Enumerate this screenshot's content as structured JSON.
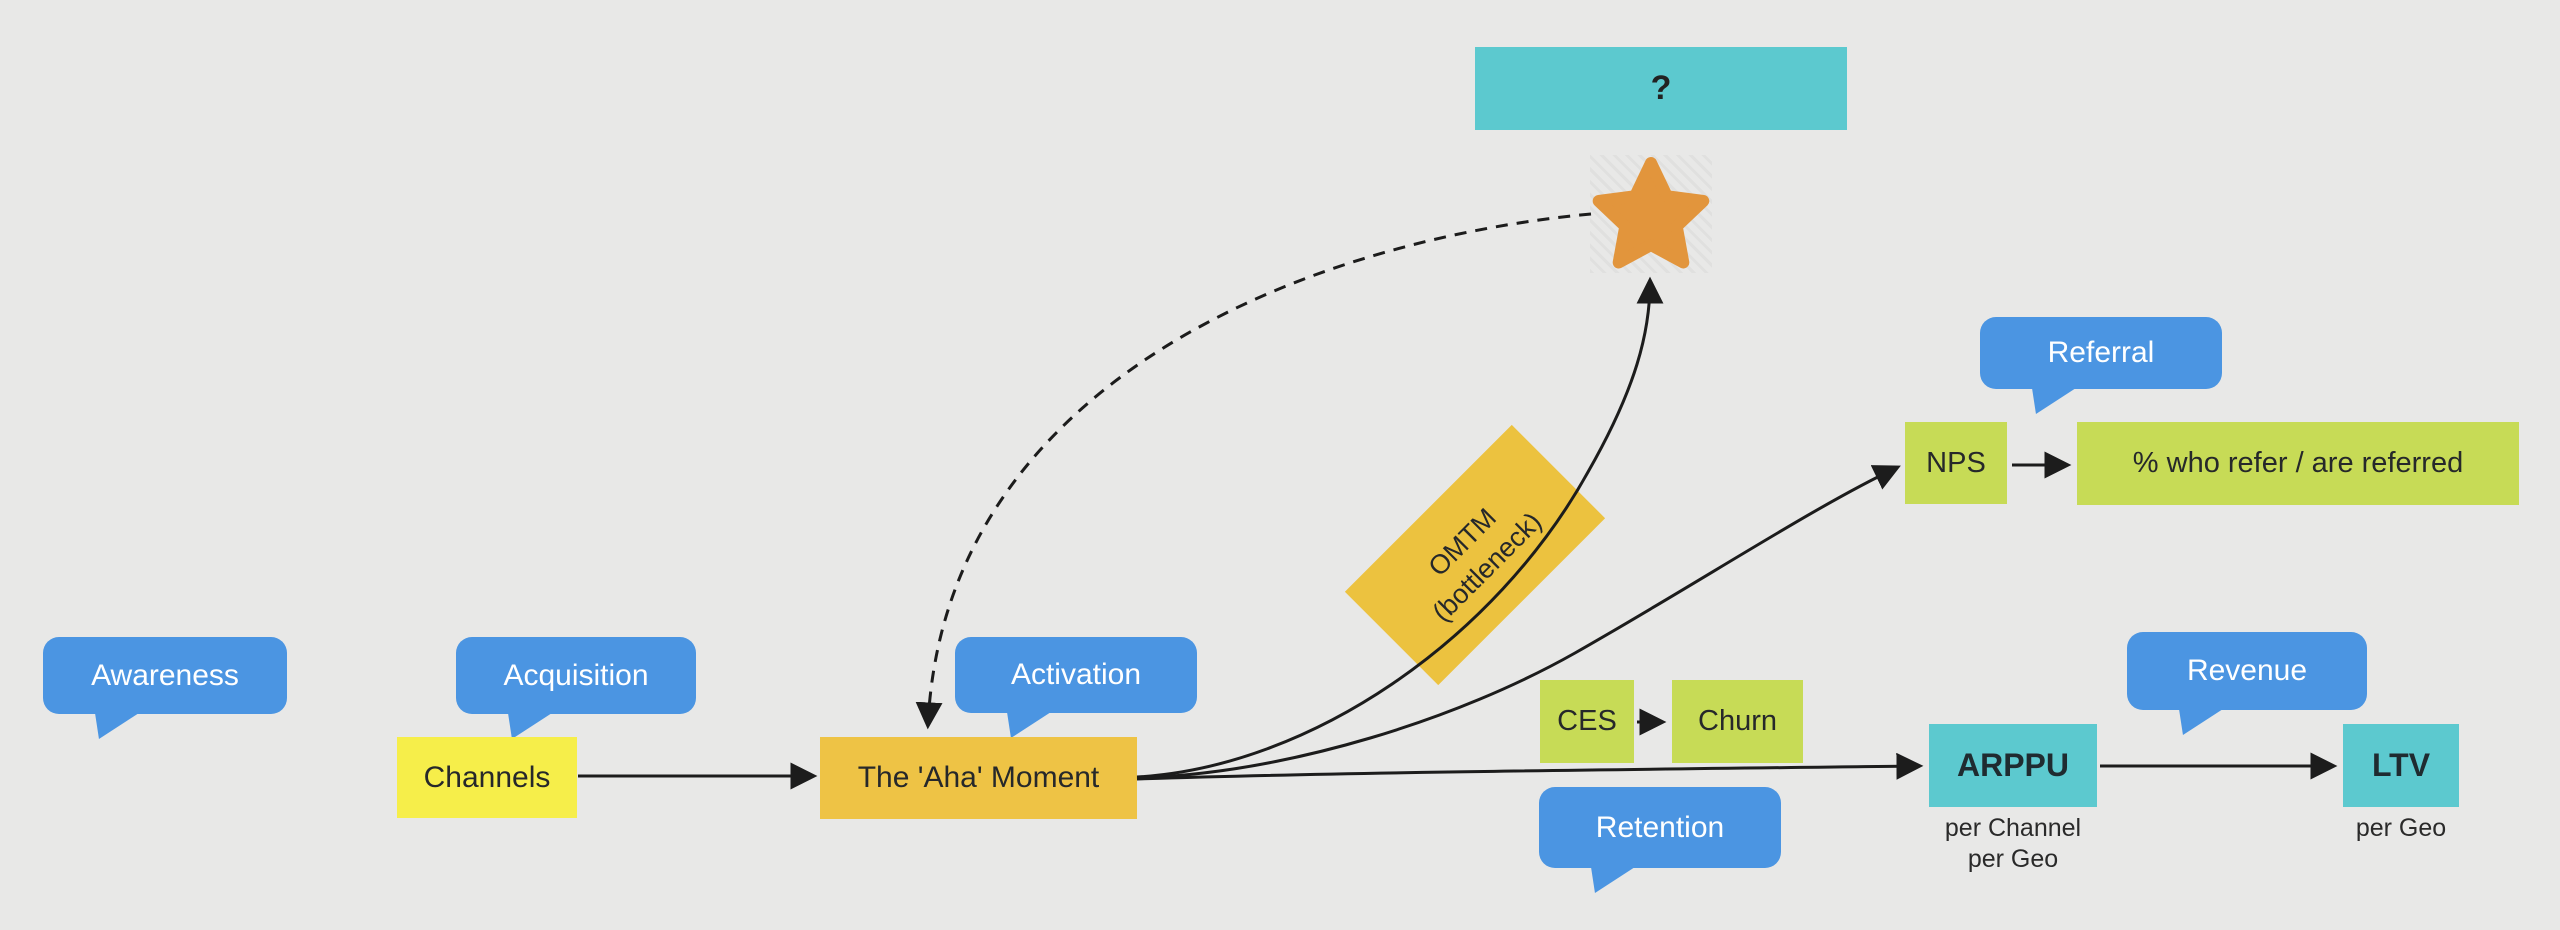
{
  "diagram": {
    "title_hint": "pirate-metrics funnel whiteboard",
    "colors": {
      "background": "#e8e8e7",
      "bubble_blue": "#4b95e2",
      "sticky_yellow": "#f6ee4a",
      "sticky_gold": "#eec345",
      "sticky_green": "#c7db56",
      "sticky_teal": "#5cc9cf",
      "star_orange": "#e2953c",
      "connector_line": "#1c1c1c"
    },
    "bubbles": {
      "awareness": {
        "label": "Awareness"
      },
      "acquisition": {
        "label": "Acquisition"
      },
      "activation": {
        "label": "Activation"
      },
      "referral": {
        "label": "Referral"
      },
      "retention": {
        "label": "Retention"
      },
      "revenue": {
        "label": "Revenue"
      }
    },
    "nodes": {
      "question": {
        "label": "?"
      },
      "channels": {
        "label": "Channels"
      },
      "aha": {
        "label": "The 'Aha' Moment"
      },
      "omtm": {
        "line1": "OMTM",
        "line2": "(bottleneck)"
      },
      "nps": {
        "label": "NPS"
      },
      "refer_pct": {
        "label": "% who refer / are referred"
      },
      "ces": {
        "label": "CES"
      },
      "churn": {
        "label": "Churn"
      },
      "arppu": {
        "label": "ARPPU",
        "sub_line1": "per Channel",
        "sub_line2": "per Geo"
      },
      "ltv": {
        "label": "LTV",
        "sub": "per Geo"
      }
    },
    "icons": {
      "star": "star-icon"
    }
  }
}
